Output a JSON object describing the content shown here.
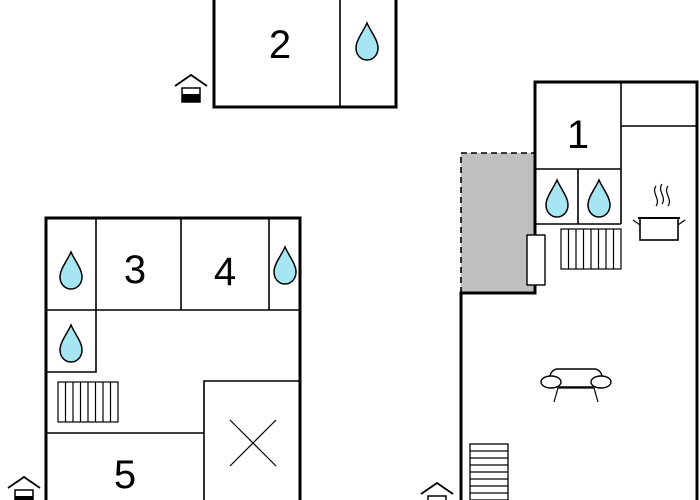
{
  "rooms": [
    {
      "key": "r1",
      "label": "1"
    },
    {
      "key": "r2",
      "label": "2"
    },
    {
      "key": "r3",
      "label": "3"
    },
    {
      "key": "r4",
      "label": "4"
    },
    {
      "key": "r5",
      "label": "5"
    }
  ],
  "icons": {
    "water": "water-drop-icon",
    "radiator": "radiator-icon",
    "entrance": "entrance-icon",
    "cooking": "cooking-pot-icon",
    "sofa": "sofa-icon",
    "stairs": "stairs-icon",
    "void": "open-void-icon"
  },
  "colors": {
    "wall": "#000000",
    "water": "#a6e6f2",
    "terrace": "#bfbfbf"
  }
}
